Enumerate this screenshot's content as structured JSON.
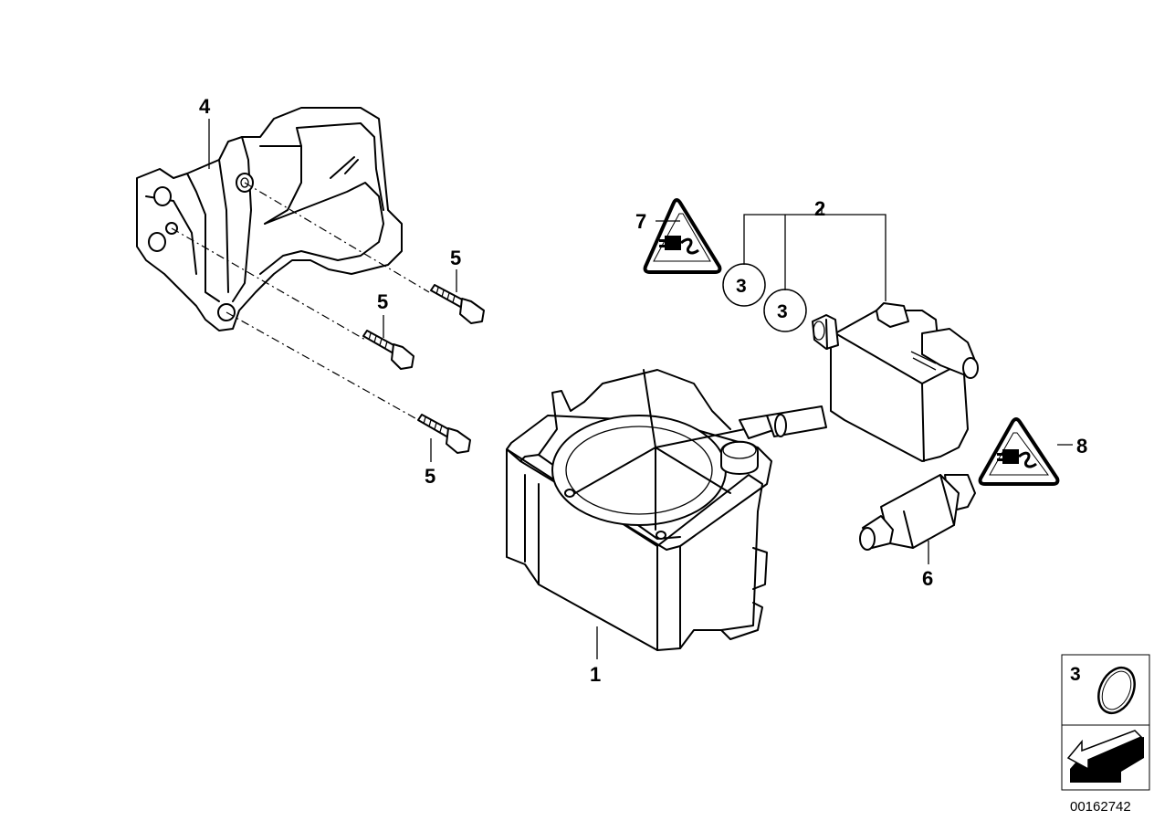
{
  "diagram": {
    "callouts": {
      "part_1": "1",
      "part_2": "2",
      "part_3_a": "3",
      "part_3_b": "3",
      "part_4": "4",
      "part_5_a": "5",
      "part_5_b": "5",
      "part_5_c": "5",
      "part_6": "6",
      "part_7": "7",
      "part_8": "8"
    },
    "legend": {
      "item_number": "3"
    },
    "catalog_number": "00162742"
  }
}
